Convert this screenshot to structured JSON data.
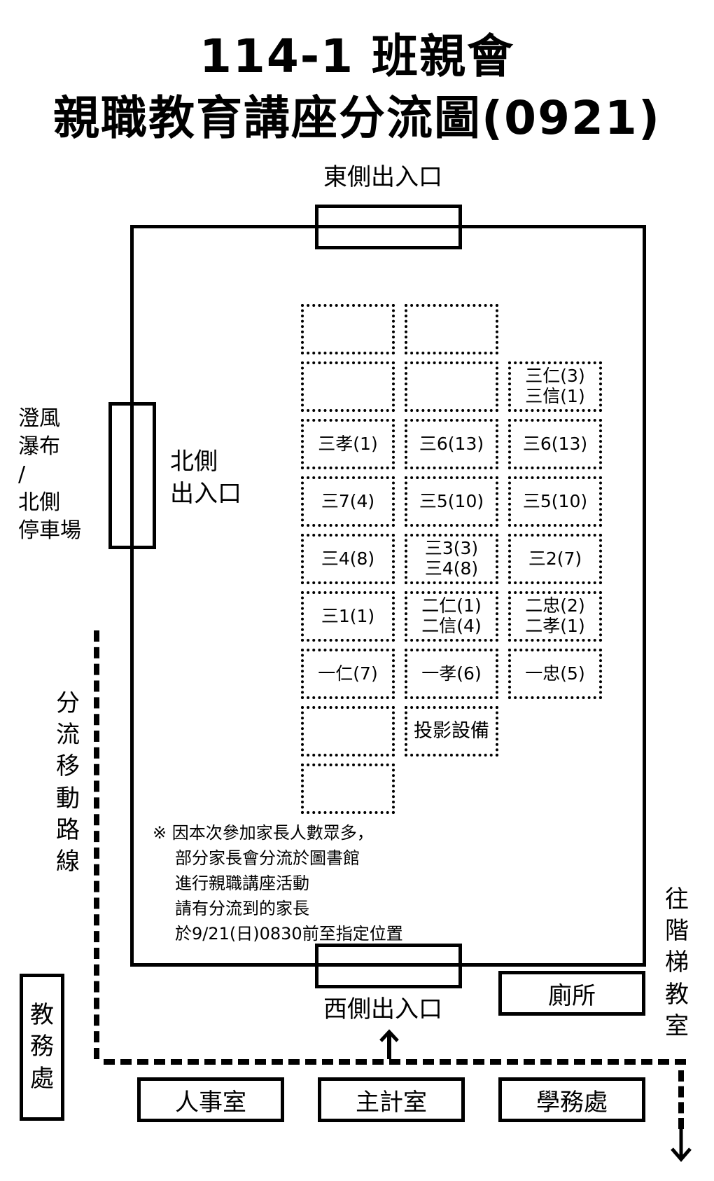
{
  "title": {
    "line1": "114-1 班親會",
    "line2": "親職教育講座分流圖(0921)"
  },
  "entrances": {
    "east": "東側出入口",
    "north_line1": "北側",
    "north_line2": "出入口",
    "west": "西側出入口"
  },
  "outside_left": [
    "澄風",
    "瀑布",
    "/",
    "北側",
    "停車場"
  ],
  "route_label": [
    "分",
    "流",
    "移",
    "動",
    "路",
    "線"
  ],
  "stairs_label": [
    "往",
    "階",
    "梯",
    "教",
    "室"
  ],
  "academic_affairs": [
    "教",
    "務",
    "處"
  ],
  "rooms": {
    "toilet": "廁所",
    "personnel": "人事室",
    "accounting": "主計室",
    "student_affairs": "學務處"
  },
  "seats": {
    "r1c1": [],
    "r1c2": [],
    "r2c1": [],
    "r2c2": [],
    "r2c3": [
      "三仁(3)",
      "三信(1)"
    ],
    "r3c1": [
      "三孝(1)"
    ],
    "r3c2": [
      "三6(13)"
    ],
    "r3c3": [
      "三6(13)"
    ],
    "r4c1": [
      "三7(4)"
    ],
    "r4c2": [
      "三5(10)"
    ],
    "r4c3": [
      "三5(10)"
    ],
    "r5c1": [
      "三4(8)"
    ],
    "r5c2": [
      "三3(3)",
      "三4(8)"
    ],
    "r5c3": [
      "三2(7)"
    ],
    "r6c1": [
      "三1(1)"
    ],
    "r6c2": [
      "二仁(1)",
      "二信(4)"
    ],
    "r6c3": [
      "二忠(2)",
      "二孝(1)"
    ],
    "r7c1": [
      "一仁(7)"
    ],
    "r7c2": [
      "一孝(6)"
    ],
    "r7c3": [
      "一忠(5)"
    ],
    "r8c1": [],
    "r8c2": [
      "投影設備"
    ],
    "r9c1": []
  },
  "note": {
    "line1": "※ 因本次參加家長人數眾多，",
    "line2": "部分家長會分流於圖書館",
    "line3": "進行親職講座活動",
    "line4": "請有分流到的家長",
    "line5": "於9/21(日)0830前至指定位置"
  },
  "icons": {
    "up_arrow": "up-arrow-icon",
    "down_arrow": "down-arrow-icon"
  }
}
